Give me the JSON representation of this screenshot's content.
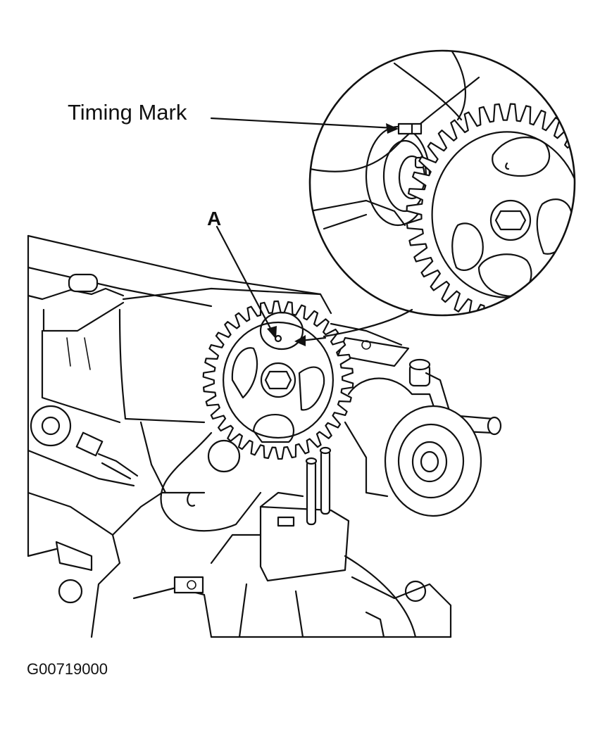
{
  "labels": {
    "timing_mark": "Timing Mark",
    "callout_a": "A",
    "figure_code": "G00719000"
  },
  "icons": {
    "cam_gear": "timing-belt-gear-icon",
    "detail_zoom": "magnified-detail-icon"
  },
  "colors": {
    "line": "#111111",
    "background": "#ffffff"
  }
}
